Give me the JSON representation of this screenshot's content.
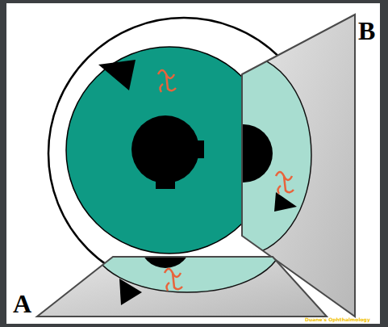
{
  "diagram": {
    "nodes": [
      {
        "text": [
          "B"
        ]
      },
      {
        "text": [
          "A"
        ]
      }
    ],
    "labels": [
      "Duane's Ophthalmology"
    ]
  }
}
